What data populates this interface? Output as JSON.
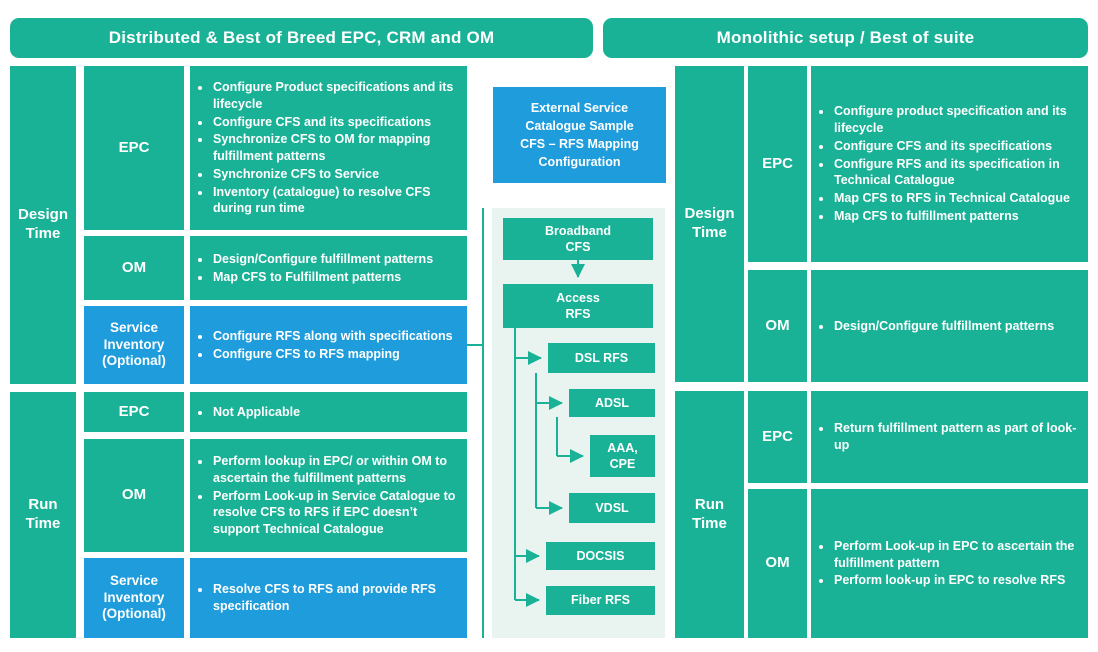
{
  "headers": {
    "left": "Distributed & Best of Breed EPC, CRM and OM",
    "right": "Monolithic setup / Best of suite"
  },
  "colors": {
    "teal": "#19B296",
    "blue": "#1E9CDC",
    "panel_background": "#E9F4F0",
    "text": "#FFFFFF"
  },
  "left_table": {
    "design_time_label": "Design\nTime",
    "run_time_label": "Run\nTime",
    "rows": [
      {
        "label": "EPC",
        "bullets": [
          "Configure Product specifications and its lifecycle",
          "Configure CFS and its specifications",
          "Synchronize CFS to OM for mapping fulfillment patterns",
          "Synchronize CFS to Service",
          "Inventory (catalogue) to resolve CFS during run time"
        ]
      },
      {
        "label": "OM",
        "bullets": [
          "Design/Configure fulfillment patterns",
          "Map CFS to Fulfillment patterns"
        ]
      },
      {
        "label": "Service Inventory (Optional)",
        "bullets": [
          "Configure RFS along with specifications",
          "Configure CFS to RFS mapping"
        ]
      },
      {
        "label": "EPC",
        "bullets": [
          "Not Applicable"
        ]
      },
      {
        "label": "OM",
        "bullets": [
          "Perform lookup in EPC/ or within OM to ascertain the fulfillment patterns",
          "Perform Look-up in Service Catalogue to resolve CFS to RFS if EPC doesn’t support Technical Catalogue"
        ]
      },
      {
        "label": "Service Inventory (Optional)",
        "bullets": [
          "Resolve CFS to RFS and provide RFS specification"
        ]
      }
    ]
  },
  "middle": {
    "info_box": "External Service\nCatalogue Sample\nCFS – RFS Mapping\nConfiguration",
    "flow_nodes": {
      "broadband": "Broadband\nCFS",
      "access": "Access\nRFS",
      "dsl": "DSL RFS",
      "adsl": "ADSL",
      "aaa": "AAA,\nCPE",
      "vdsl": "VDSL",
      "docsis": "DOCSIS",
      "fiber": "Fiber RFS"
    }
  },
  "right_table": {
    "design_time_label": "Design\nTime",
    "run_time_label": "Run\nTime",
    "rows": [
      {
        "label": "EPC",
        "bullets": [
          "Configure product specification and its lifecycle",
          "Configure CFS and its specifications",
          "Configure RFS and its specification in Technical Catalogue",
          "Map CFS to RFS in Technical Catalogue",
          "Map CFS to fulfillment patterns"
        ]
      },
      {
        "label": "OM",
        "bullets": [
          "Design/Configure fulfillment patterns"
        ]
      },
      {
        "label": "EPC",
        "bullets": [
          "Return fulfillment pattern as part of look-up"
        ]
      },
      {
        "label": "OM",
        "bullets": [
          "Perform Look-up in EPC to ascertain the fulfillment pattern",
          "Perform look-up in EPC to resolve RFS"
        ]
      }
    ]
  }
}
